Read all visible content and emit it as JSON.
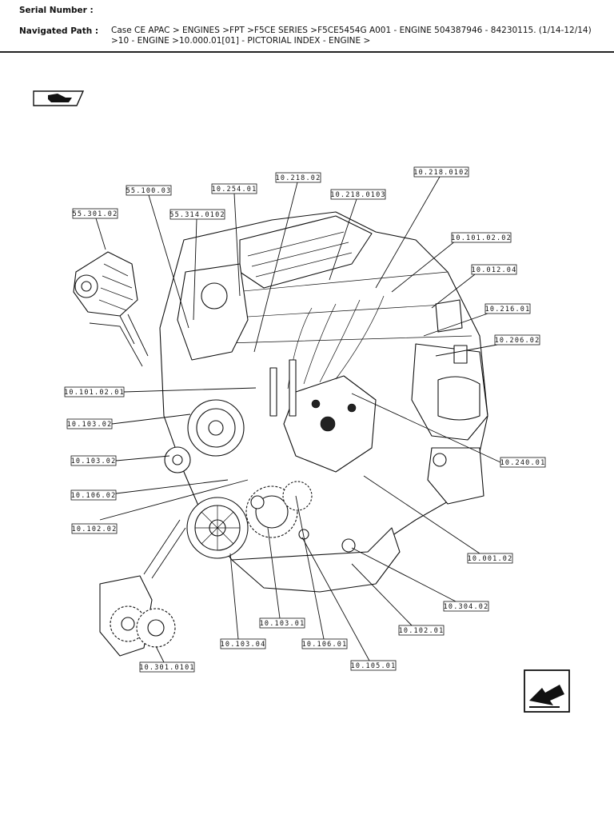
{
  "header": {
    "serial_label": "Serial Number :",
    "serial_value": "",
    "nav_label": "Navigated Path :",
    "nav_path": "Case CE APAC > ENGINES >FPT >F5CE SERIES >F5CE5454G A001 - ENGINE 504387946 - 84230115. (1/14-12/14) >10 - ENGINE >10.000.01[01] - PICTORIAL INDEX - ENGINE >"
  },
  "icons": {
    "top": "book-pointer-icon",
    "bottom": "next-page-arrow-icon"
  },
  "callouts": [
    "10.218.02",
    "10.218.0102",
    "55.100.03",
    "10.254.01",
    "10.218.0103",
    "55.301.02",
    "55.314.0102",
    "10.101.02.02",
    "10.012.04",
    "10.216.01",
    "10.206.02",
    "10.101.02.01",
    "10.103.02",
    "10.103.02",
    "10.106.02",
    "10.102.02",
    "10.240.01",
    "10.001.02",
    "10.304.02",
    "10.102.01",
    "10.103.01",
    "10.103.04",
    "10.106.01",
    "10.105.01",
    "10.301.0101"
  ]
}
